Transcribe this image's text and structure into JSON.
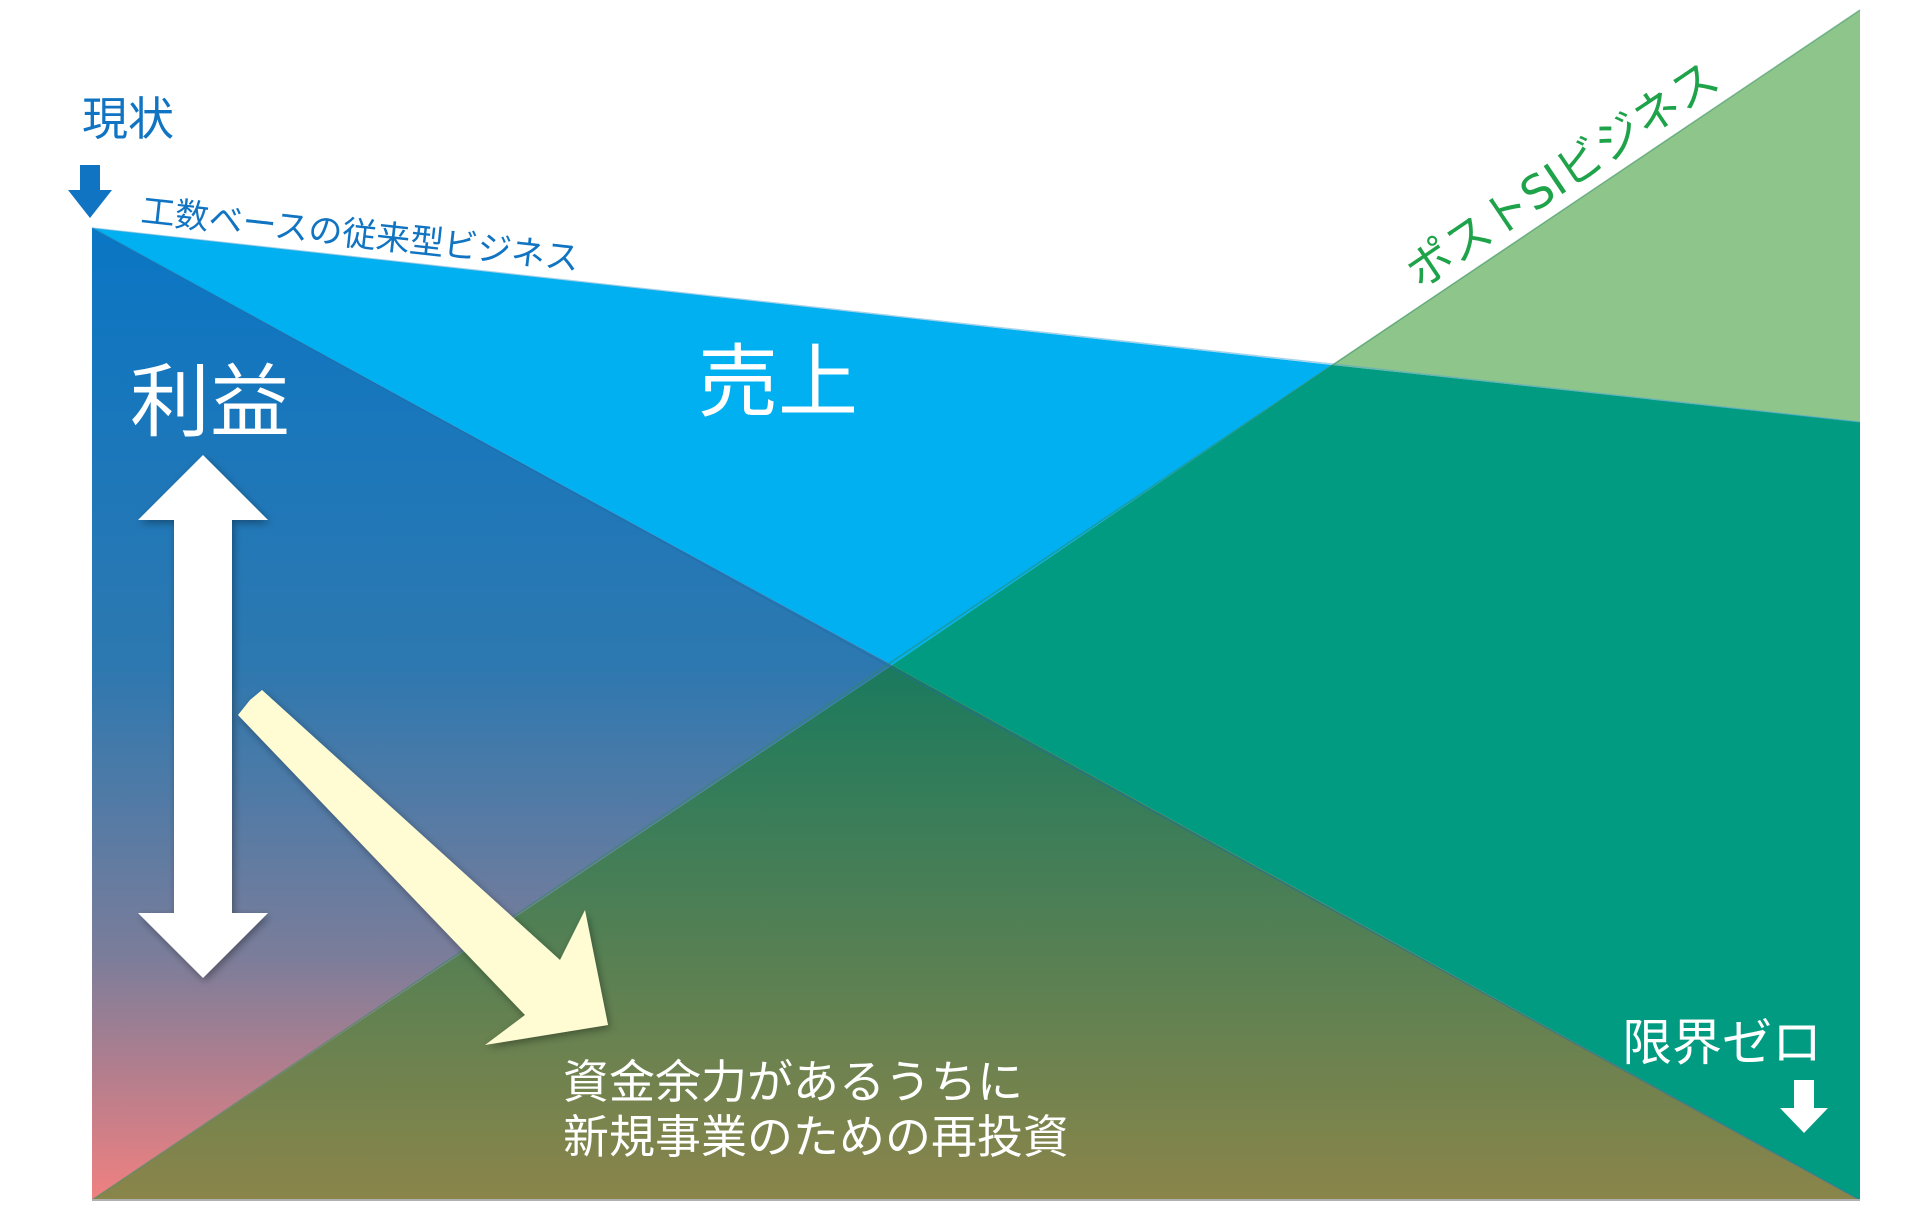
{
  "labels": {
    "current": "現状",
    "legacy_business": "工数ベースの従来型ビジネス",
    "post_si_business": "ポストSIビジネス",
    "revenue": "売上",
    "profit": "利益",
    "limit_zero": "限界ゼロ",
    "reinvest_line1": "資金余力があるうちに",
    "reinvest_line2": "新規事業のための再投資"
  },
  "colors": {
    "revenue_blue": "#00b0f0",
    "profit_gradient_top": "#0b79c6",
    "profit_gradient_bottom": "#ee8080",
    "post_si_light": "#8ec58a",
    "post_si_teal": "#009b7f",
    "overlap_top": "#1f7a5c",
    "overlap_bottom": "#86864a",
    "label_blue": "#1074c2",
    "label_green": "#1fa34a",
    "callout_yellow": "#fffcd4",
    "arrow_white": "#ffffff"
  }
}
